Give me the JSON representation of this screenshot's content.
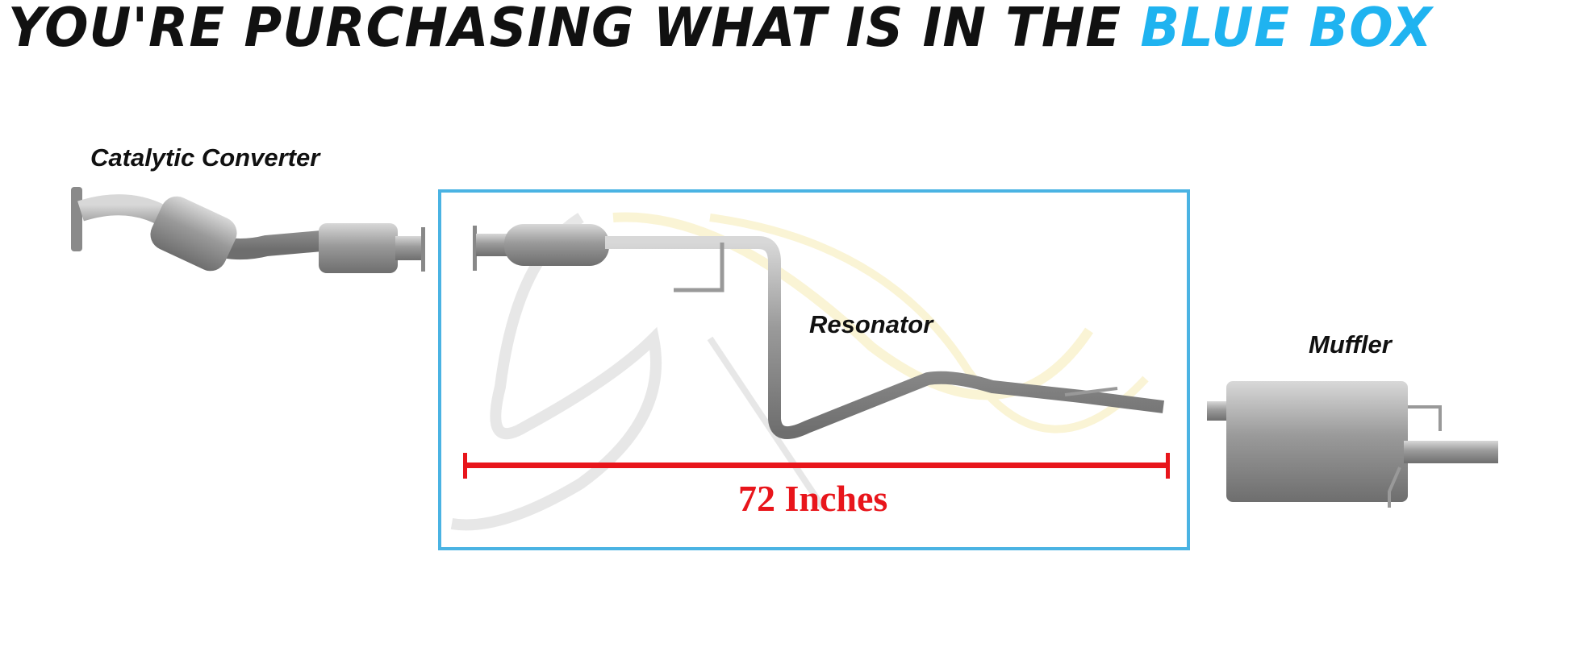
{
  "banner": {
    "prefix": "YOU'RE PURCHASING WHAT IS IN THE ",
    "highlight": "BLUE BOX"
  },
  "labels": {
    "catalytic": "Catalytic Converter",
    "resonator": "Resonator",
    "muffler": "Muffler"
  },
  "measurement": {
    "text": "72 Inches"
  },
  "colors": {
    "box": "#4ab3e3",
    "highlight": "#1fb3f0",
    "measure": "#e8151b"
  }
}
